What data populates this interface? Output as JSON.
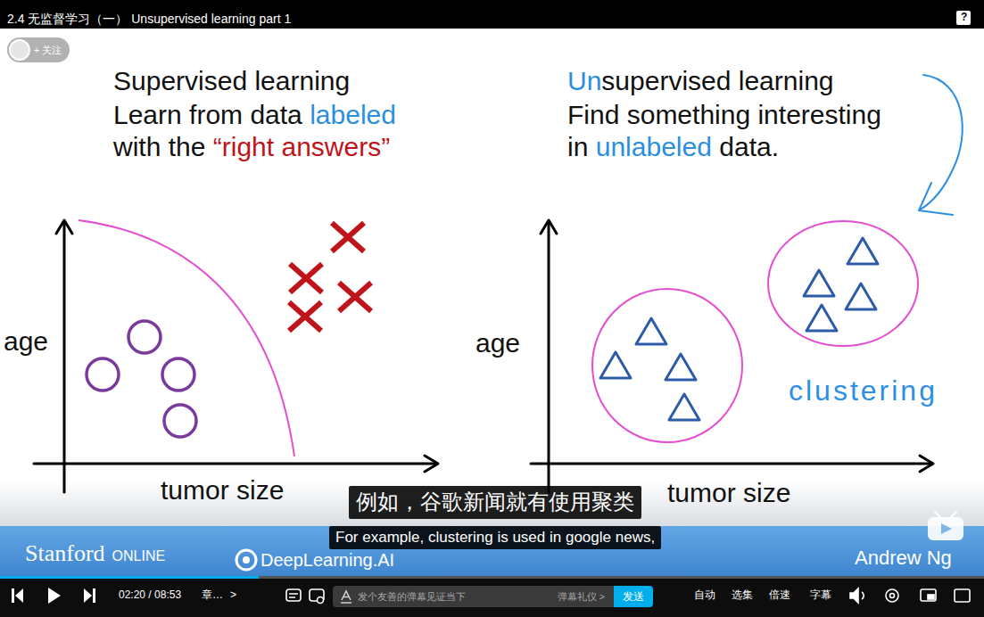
{
  "diagram": {
    "title": "2.4 无监督学习（一） Unsupervised learning part 1",
    "nodes": [
      {
        "text": [
          "+ 关注"
        ]
      },
      {
        "text": [
          "例如，谷歌新闻就有使用聚类"
        ]
      },
      {
        "text": [
          "For example, clustering is used in google news,"
        ]
      },
      {
        "text": [
          "发个友善的弹幕见证当下",
          "弹幕礼仪 >"
        ]
      },
      {
        "text": [
          "发送"
        ]
      }
    ],
    "labels": [
      "Supervised learning",
      "Learn from data",
      "labeled",
      "with the",
      "“right answers”",
      "Un",
      "supervised learning",
      "Find something interesting",
      "in",
      "unlabeled",
      "data.",
      "age",
      "tumor size",
      "age",
      "tumor size",
      "clustering",
      "Stanford",
      "ONLINE",
      "DeepLearning.AI",
      "Andrew Ng",
      "02:20 / 08:53",
      "章…",
      ">",
      "自动",
      "选集",
      "倍速",
      "字幕",
      "?"
    ]
  }
}
